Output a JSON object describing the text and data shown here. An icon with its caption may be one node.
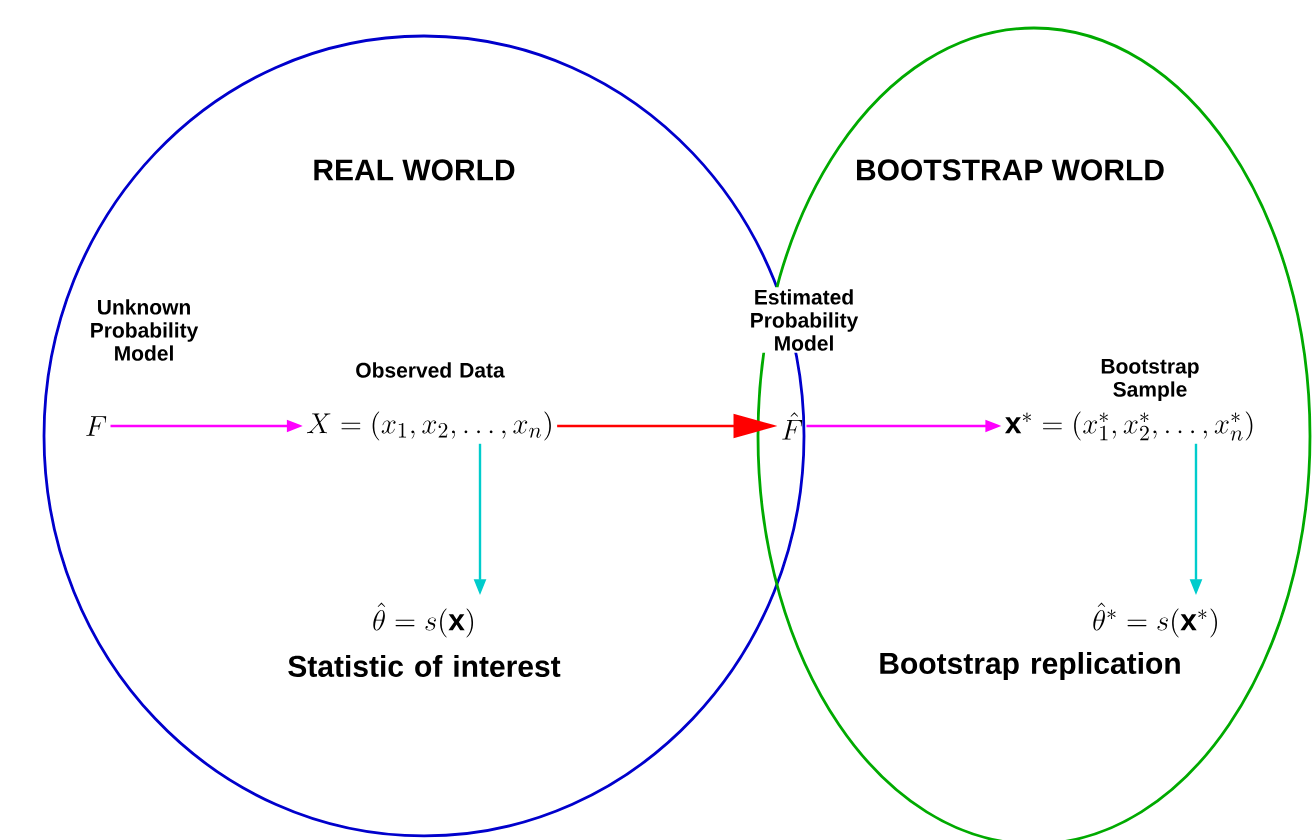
{
  "diagram": {
    "nodes": [
      {
        "text": [
          "REAL WORLD"
        ]
      },
      {
        "text": [
          "F"
        ],
        "beside": [
          "Unknown Probability Model"
        ],
        "in": 0
      },
      {
        "text": [
          "X=(x_{1}, x_{2}, \\ldots, x_{n})"
        ],
        "beside": [
          "Observed Data"
        ],
        "in": 0
      },
      {
        "text": [
          "\\hat{\\theta}=s(\\mathbf{x})"
        ],
        "beside": [
          "Statistic of interest"
        ],
        "in": 0
      },
      {
        "text": [
          "BOOTSTRAP WORLD"
        ]
      },
      {
        "text": [
          "\\hat{F}"
        ],
        "beside": [
          "Estimated Probability Model"
        ]
      },
      {
        "text": [
          "\\mathbf{x}^{*}=(x_{1}^{*}, x_{2}^{*}, \\ldots, x_{n}^{*})"
        ],
        "beside": [
          "Bootstrap Sample"
        ],
        "in": 4
      },
      {
        "text": [
          "\\hat{\\theta}^{*}=s(\\mathbf{x}^{*})"
        ],
        "beside": [
          "Bootstrap replication"
        ],
        "in": 4
      }
    ],
    "edges": [
      {
        "from": 1,
        "to": 2,
        "arrow": "to",
        "color": "#ff00ff"
      },
      {
        "from": 2,
        "to": 3,
        "arrow": "to",
        "color": "#00cccc"
      },
      {
        "from": 2,
        "to": 5,
        "arrow": "to",
        "color": "#ff0000"
      },
      {
        "from": 5,
        "to": 6,
        "arrow": "to",
        "color": "#ff00ff"
      },
      {
        "from": 6,
        "to": 7,
        "arrow": "to",
        "color": "#00cccc"
      }
    ]
  }
}
